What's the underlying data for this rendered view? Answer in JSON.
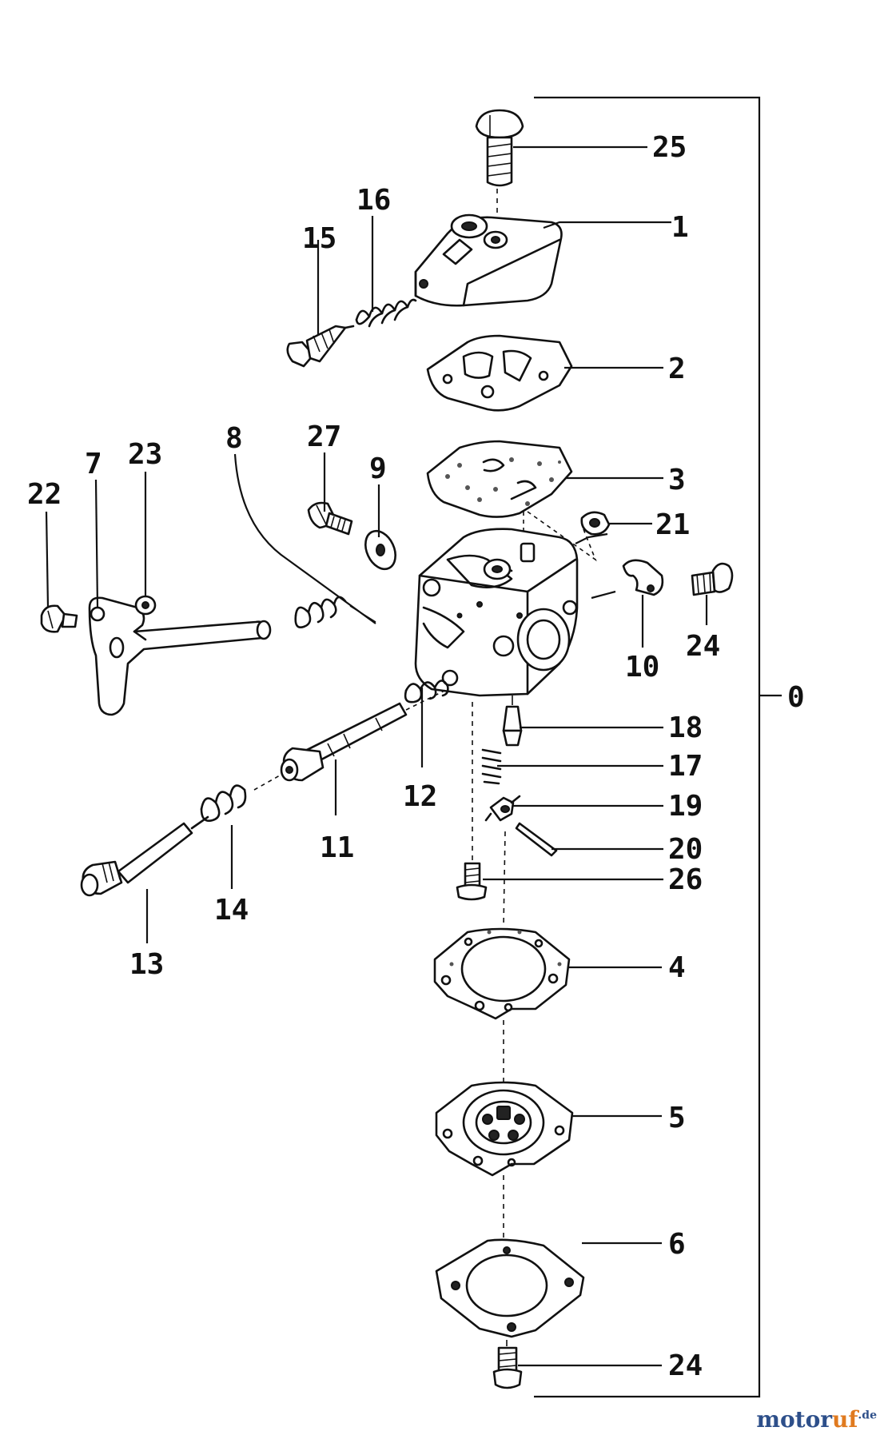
{
  "callouts": {
    "c0": "0",
    "c1": "1",
    "c2": "2",
    "c3": "3",
    "c4": "4",
    "c5": "5",
    "c6": "6",
    "c7": "7",
    "c8": "8",
    "c9": "9",
    "c10": "10",
    "c11": "11",
    "c12": "12",
    "c13": "13",
    "c14": "14",
    "c15": "15",
    "c16": "16",
    "c17": "17",
    "c18": "18",
    "c19": "19",
    "c20": "20",
    "c21": "21",
    "c22": "22",
    "c23": "23",
    "c24a": "24",
    "c24b": "24",
    "c25": "25",
    "c26": "26",
    "c27": "27"
  },
  "watermark": {
    "brand_main": "motor",
    "brand_accent": "uf",
    "brand_tld": ".de"
  },
  "colors": {
    "ink": "#111111",
    "brand_blue": "#2d4f8a",
    "brand_orange": "#e07a1f"
  }
}
